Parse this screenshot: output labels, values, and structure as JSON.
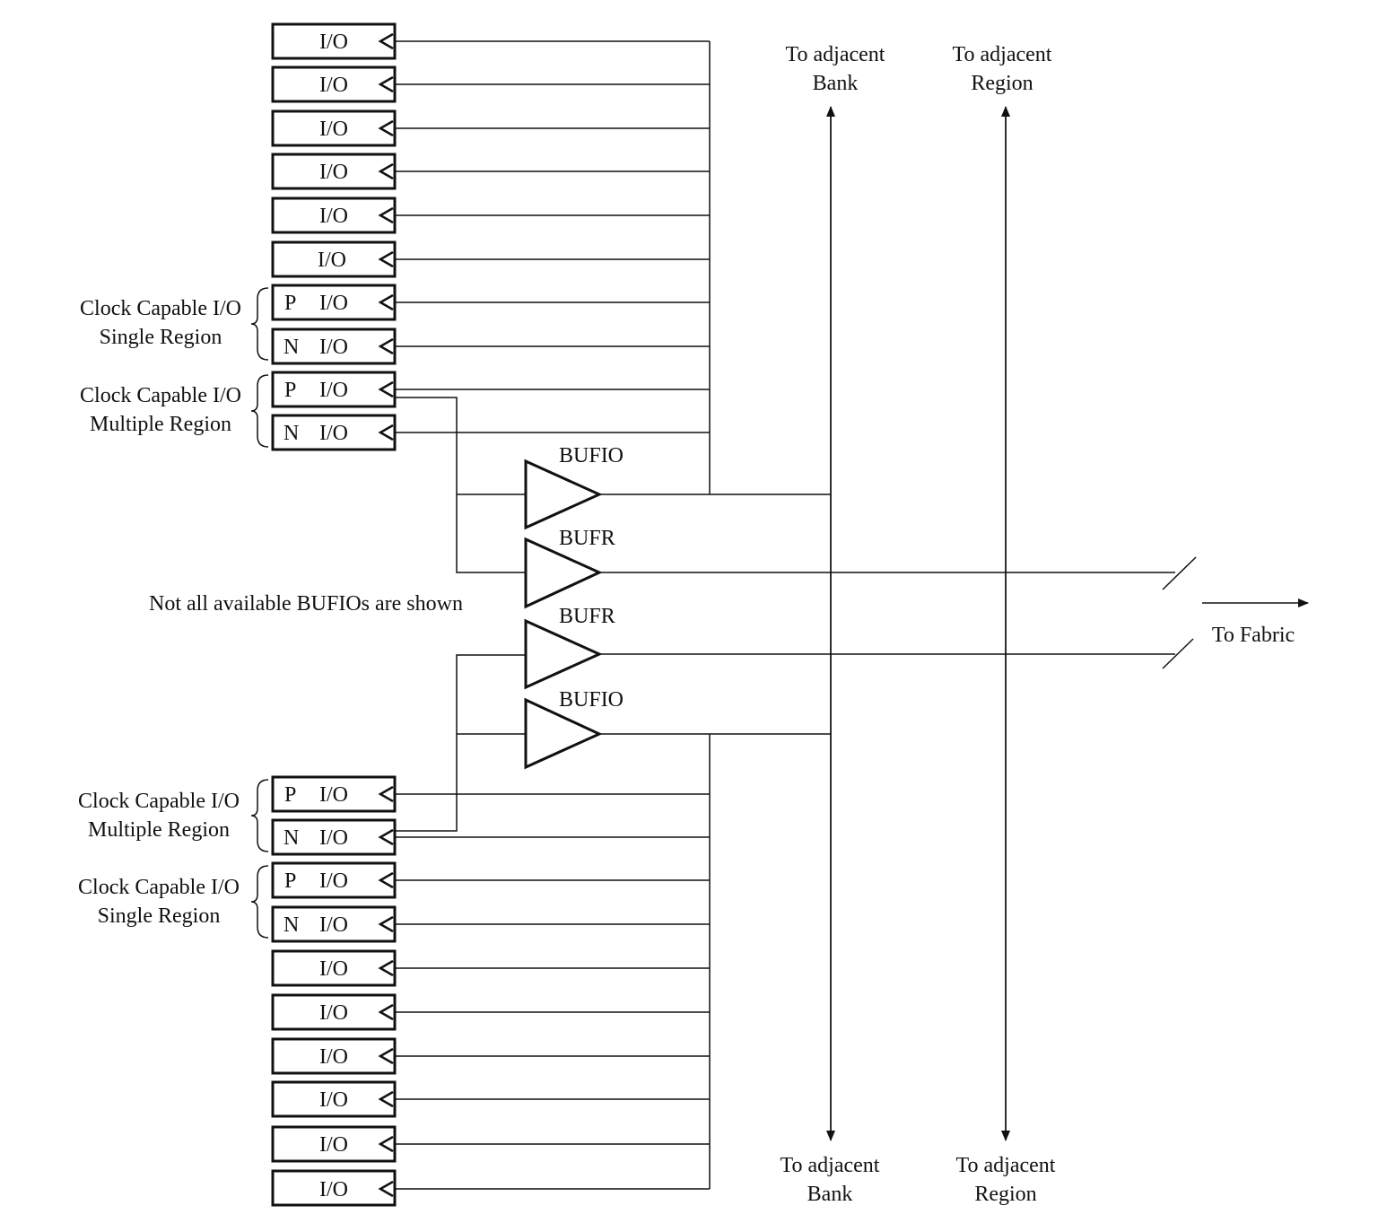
{
  "io_label": "I/O",
  "p_label": "P",
  "n_label": "N",
  "top_groups": {
    "single_region": [
      "Clock Capable I/O",
      "Single Region"
    ],
    "multiple_region": [
      "Clock Capable I/O",
      "Multiple Region"
    ]
  },
  "bottom_groups": {
    "multiple_region": [
      "Clock Capable I/O",
      "Multiple Region"
    ],
    "single_region": [
      "Clock Capable I/O",
      "Single Region"
    ]
  },
  "buffers": [
    "BUFIO",
    "BUFR",
    "BUFR",
    "BUFIO"
  ],
  "note": "Not all available BUFIOs are shown",
  "arrows": {
    "bank_top": [
      "To adjacent",
      "Bank"
    ],
    "region_top": [
      "To adjacent",
      "Region"
    ],
    "bank_bottom": [
      "To adjacent",
      "Bank"
    ],
    "region_bottom": [
      "To adjacent",
      "Region"
    ],
    "fabric": "To Fabric"
  }
}
